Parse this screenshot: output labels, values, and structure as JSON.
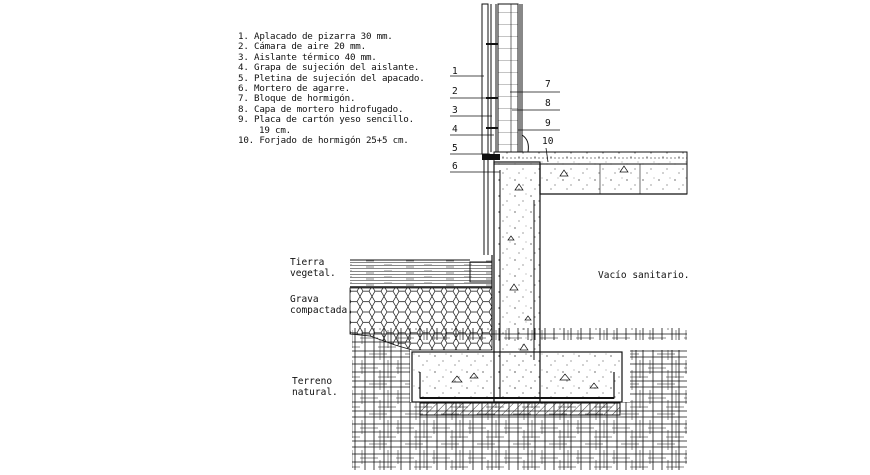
{
  "legend": {
    "items": [
      "1. Aplacado de pizarra 30 mm.",
      "2. Cámara de aire 20 mm.",
      "3. Aislante térmico 40 mm.",
      "4. Grapa de sujeción del aislante.",
      "5. Pletina de sujeción del apacado.",
      "6. Mortero de agarre.",
      "7. Bloque de hormigón.",
      "8. Capa de mortero hidrofugado.",
      "9. Placa de cartón yeso sencillo."
    ],
    "item9_cont": "19 cm.",
    "item10": "10. Forjado de hormigón 25+5 cm."
  },
  "labels": {
    "tierra_1": "Tierra",
    "tierra_2": "vegetal.",
    "grava_1": "Grava",
    "grava_2": "compactada.",
    "terreno_1": "Terreno",
    "terreno_2": "natural.",
    "vacio": "Vacío sanitario."
  },
  "callouts": {
    "left": [
      "1",
      "2",
      "3",
      "4",
      "5",
      "6"
    ],
    "right": [
      "7",
      "8",
      "9"
    ],
    "top": "10"
  }
}
